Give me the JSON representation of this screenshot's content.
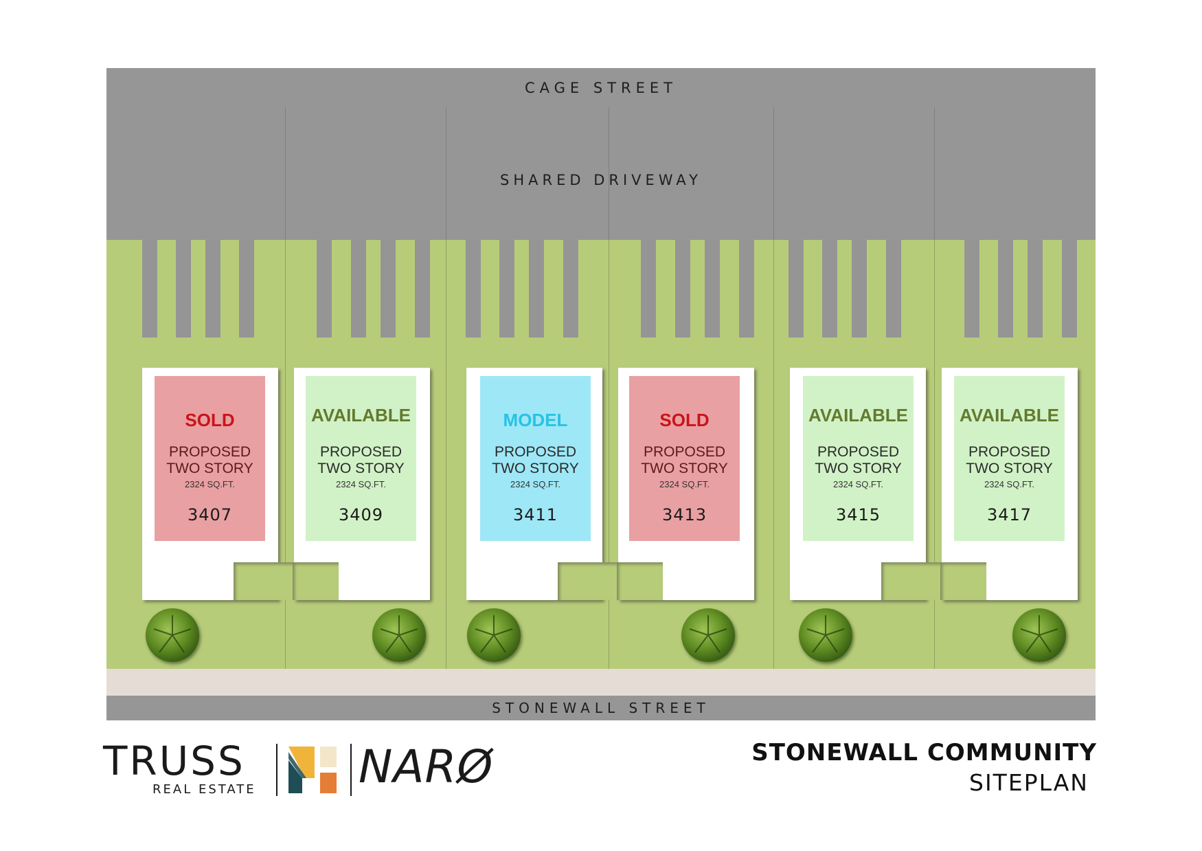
{
  "streets": {
    "top": "CAGE STREET",
    "driveway": "SHARED DRIVEWAY",
    "bottom": "STONEWALL STREET"
  },
  "units": [
    {
      "status": "SOLD",
      "status_type": "sold",
      "line1": "PROPOSED",
      "line2": "TWO STORY",
      "sqft": "2324 SQ.FT.",
      "number": "3407"
    },
    {
      "status": "AVAILABLE",
      "status_type": "available",
      "line1": "PROPOSED",
      "line2": "TWO STORY",
      "sqft": "2324 SQ.FT.",
      "number": "3409"
    },
    {
      "status": "MODEL",
      "status_type": "model",
      "line1": "PROPOSED",
      "line2": "TWO STORY",
      "sqft": "2324 SQ.FT.",
      "number": "3411"
    },
    {
      "status": "SOLD",
      "status_type": "sold",
      "line1": "PROPOSED",
      "line2": "TWO STORY",
      "sqft": "2324 SQ.FT.",
      "number": "3413"
    },
    {
      "status": "AVAILABLE",
      "status_type": "available",
      "line1": "PROPOSED",
      "line2": "TWO STORY",
      "sqft": "2324 SQ.FT.",
      "number": "3415"
    },
    {
      "status": "AVAILABLE",
      "status_type": "available",
      "line1": "PROPOSED",
      "line2": "TWO STORY",
      "sqft": "2324 SQ.FT.",
      "number": "3417"
    }
  ],
  "status_colors": {
    "sold_fill": "#e9a0a2",
    "sold_text": "#c8141a",
    "available_fill": "#d1f2c7",
    "available_text": "#637a2e",
    "model_fill": "#9ee7f7",
    "model_text": "#26c3e3"
  },
  "icons": [
    "tree-icon",
    "n-logo-icon"
  ],
  "branding": {
    "truss": "TRUSS",
    "truss_sub": "REAL ESTATE",
    "naro": "NARØ"
  },
  "title": {
    "main": "STONEWALL COMMUNITY",
    "sub": "SITEPLAN"
  }
}
